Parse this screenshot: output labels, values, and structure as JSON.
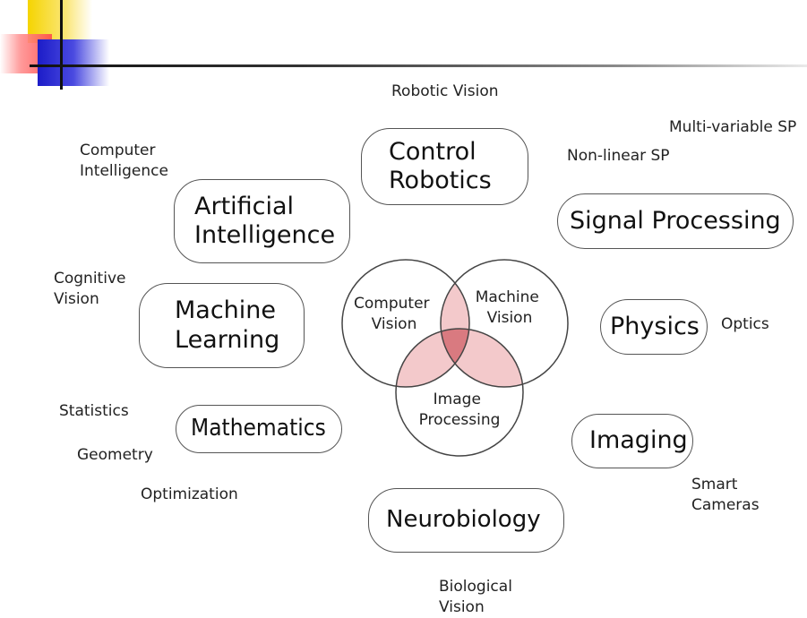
{
  "venn": {
    "computer_vision": "Computer\nVision",
    "machine_vision": "Machine\nVision",
    "image_processing": "Image\nProcessing"
  },
  "fields": {
    "control_robotics": "Control\nRobotics",
    "artificial_intelligence": "Artificial\nIntelligence",
    "signal_processing": "Signal Processing",
    "machine_learning": "Machine\nLearning",
    "physics": "Physics",
    "mathematics": "Mathematics",
    "imaging": "Imaging",
    "neurobiology": "Neurobiology"
  },
  "labels": {
    "robotic_vision": "Robotic Vision",
    "multi_variable_sp": "Multi-variable SP",
    "non_linear_sp": "Non-linear SP",
    "computer_intelligence": "Computer\nIntelligence",
    "cognitive_vision": "Cognitive\nVision",
    "optics": "Optics",
    "statistics": "Statistics",
    "geometry": "Geometry",
    "optimization": "Optimization",
    "smart_cameras": "Smart\nCameras",
    "biological_vision": "Biological\nVision"
  },
  "colors": {
    "overlap": "#f3c9cb",
    "center_overlap": "#d97a80",
    "outline": "#555555"
  }
}
